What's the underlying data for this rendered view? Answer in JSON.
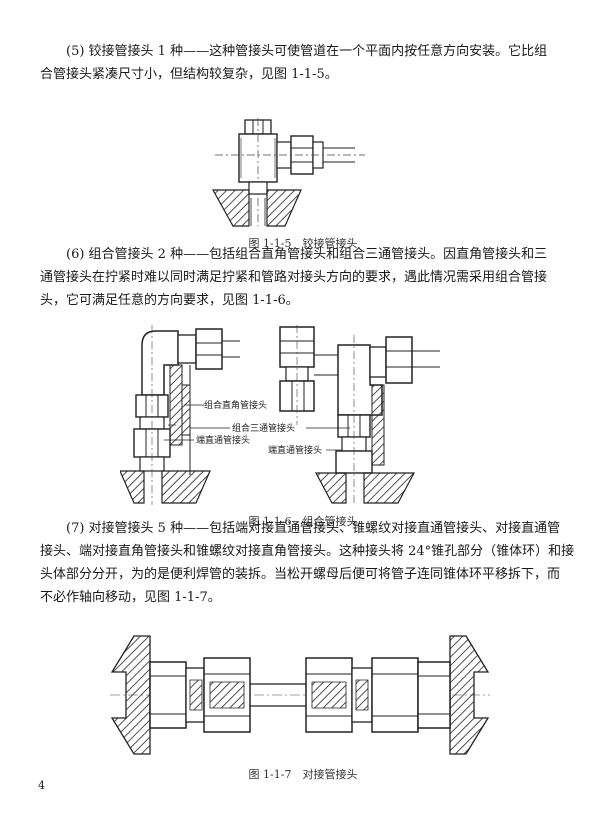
{
  "paragraphs": [
    {
      "lines": [
        "(5) 铰接管接头 1 种——这种管接头可使管道在一个平面内按任意方向安装。它比组",
        "合管接头紧凑尺寸小，但结构较复杂，见图 1-1-5。"
      ]
    },
    {
      "lines": [
        "(6) 组合管接头 2 种——包括组合直角管接头和组合三通管接头。因直角管接头和三",
        "通管接头在拧紧时难以同时满足拧紧和管路对接头方向的要求，遇此情况需采用组合管接",
        "头，它可满足任意的方向要求，见图 1-1-6。"
      ]
    },
    {
      "lines": [
        "(7) 对接管接头 5 种——包括端对接直通管接头、锥螺纹对接直通管接头、对接直通管",
        "接头、端对接直角管接头和锥螺纹对接直角管接头。这种接头将 24°锥孔部分（锥体环）和接",
        "头体部分分开，为的是便利焊管的装拆。当松开螺母后便可将管子连同锥体环平移拆下，而",
        "不必作轴向移动，见图 1-1-7。"
      ]
    }
  ],
  "figures": [
    {
      "caption": "图 1-1-5　铰接管接头"
    },
    {
      "caption": "图 1-1-6　组合管接头",
      "labels": {
        "combo_elbow": "组合直角管接头",
        "combo_tee": "组合三通管接头",
        "end_straight_left": "端直通管接头",
        "end_straight_right": "端直通管接头"
      }
    },
    {
      "caption": "图 1-1-7　对接管接头"
    }
  ],
  "page_number": "4"
}
